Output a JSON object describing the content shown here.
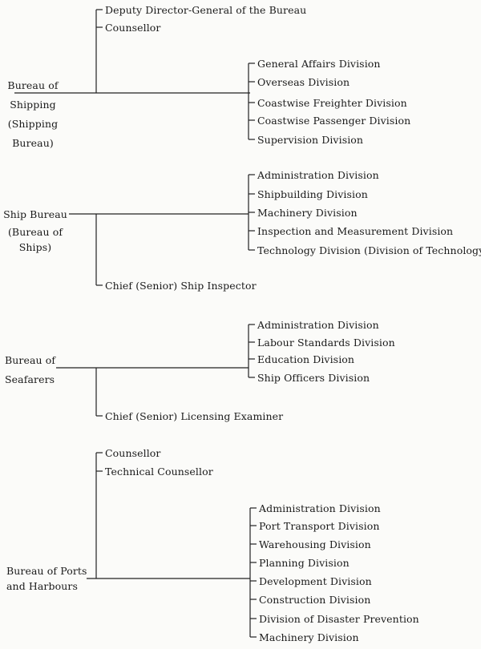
{
  "bureaus": [
    {
      "name_lines": [
        "Bureau  of",
        "Shipping",
        "(Shipping",
        "Bureau)"
      ],
      "upper_items": [
        "Deputy Director-General of the Bureau",
        "Counsellor"
      ],
      "divisions": [
        "General Affairs Division",
        "Overseas Division",
        "Coastwise Freighter Division",
        "Coastwise Passenger Division",
        "Supervision Division"
      ],
      "lower_items": []
    },
    {
      "name_lines": [
        "Ship Bureau",
        "(Bureau of",
        "Ships)"
      ],
      "upper_items": [],
      "divisions": [
        "Administration Division",
        "Shipbuilding Division",
        "Machinery Division",
        "Inspection and Measurement Division",
        "Technology Division (Division of Technology)"
      ],
      "lower_items": [
        "Chief (Senior) Ship Inspector"
      ]
    },
    {
      "name_lines": [
        "Bureau of",
        "Seafarers"
      ],
      "upper_items": [],
      "divisions": [
        "Administration Division",
        "Labour Standards Division",
        "Education Division",
        "Ship Officers Division"
      ],
      "lower_items": [
        "Chief (Senior) Licensing Examiner"
      ]
    },
    {
      "name_lines": [
        "Bureau of Ports",
        "and Harbours"
      ],
      "upper_items": [
        "Counsellor",
        "Technical Counsellor"
      ],
      "divisions": [
        "Administration Division",
        "Port Transport Division",
        "Warehousing Division",
        "Planning Division",
        "Development Division",
        "Construction Division",
        "Division of Disaster Prevention",
        "Machinery Division"
      ],
      "lower_items": []
    }
  ]
}
